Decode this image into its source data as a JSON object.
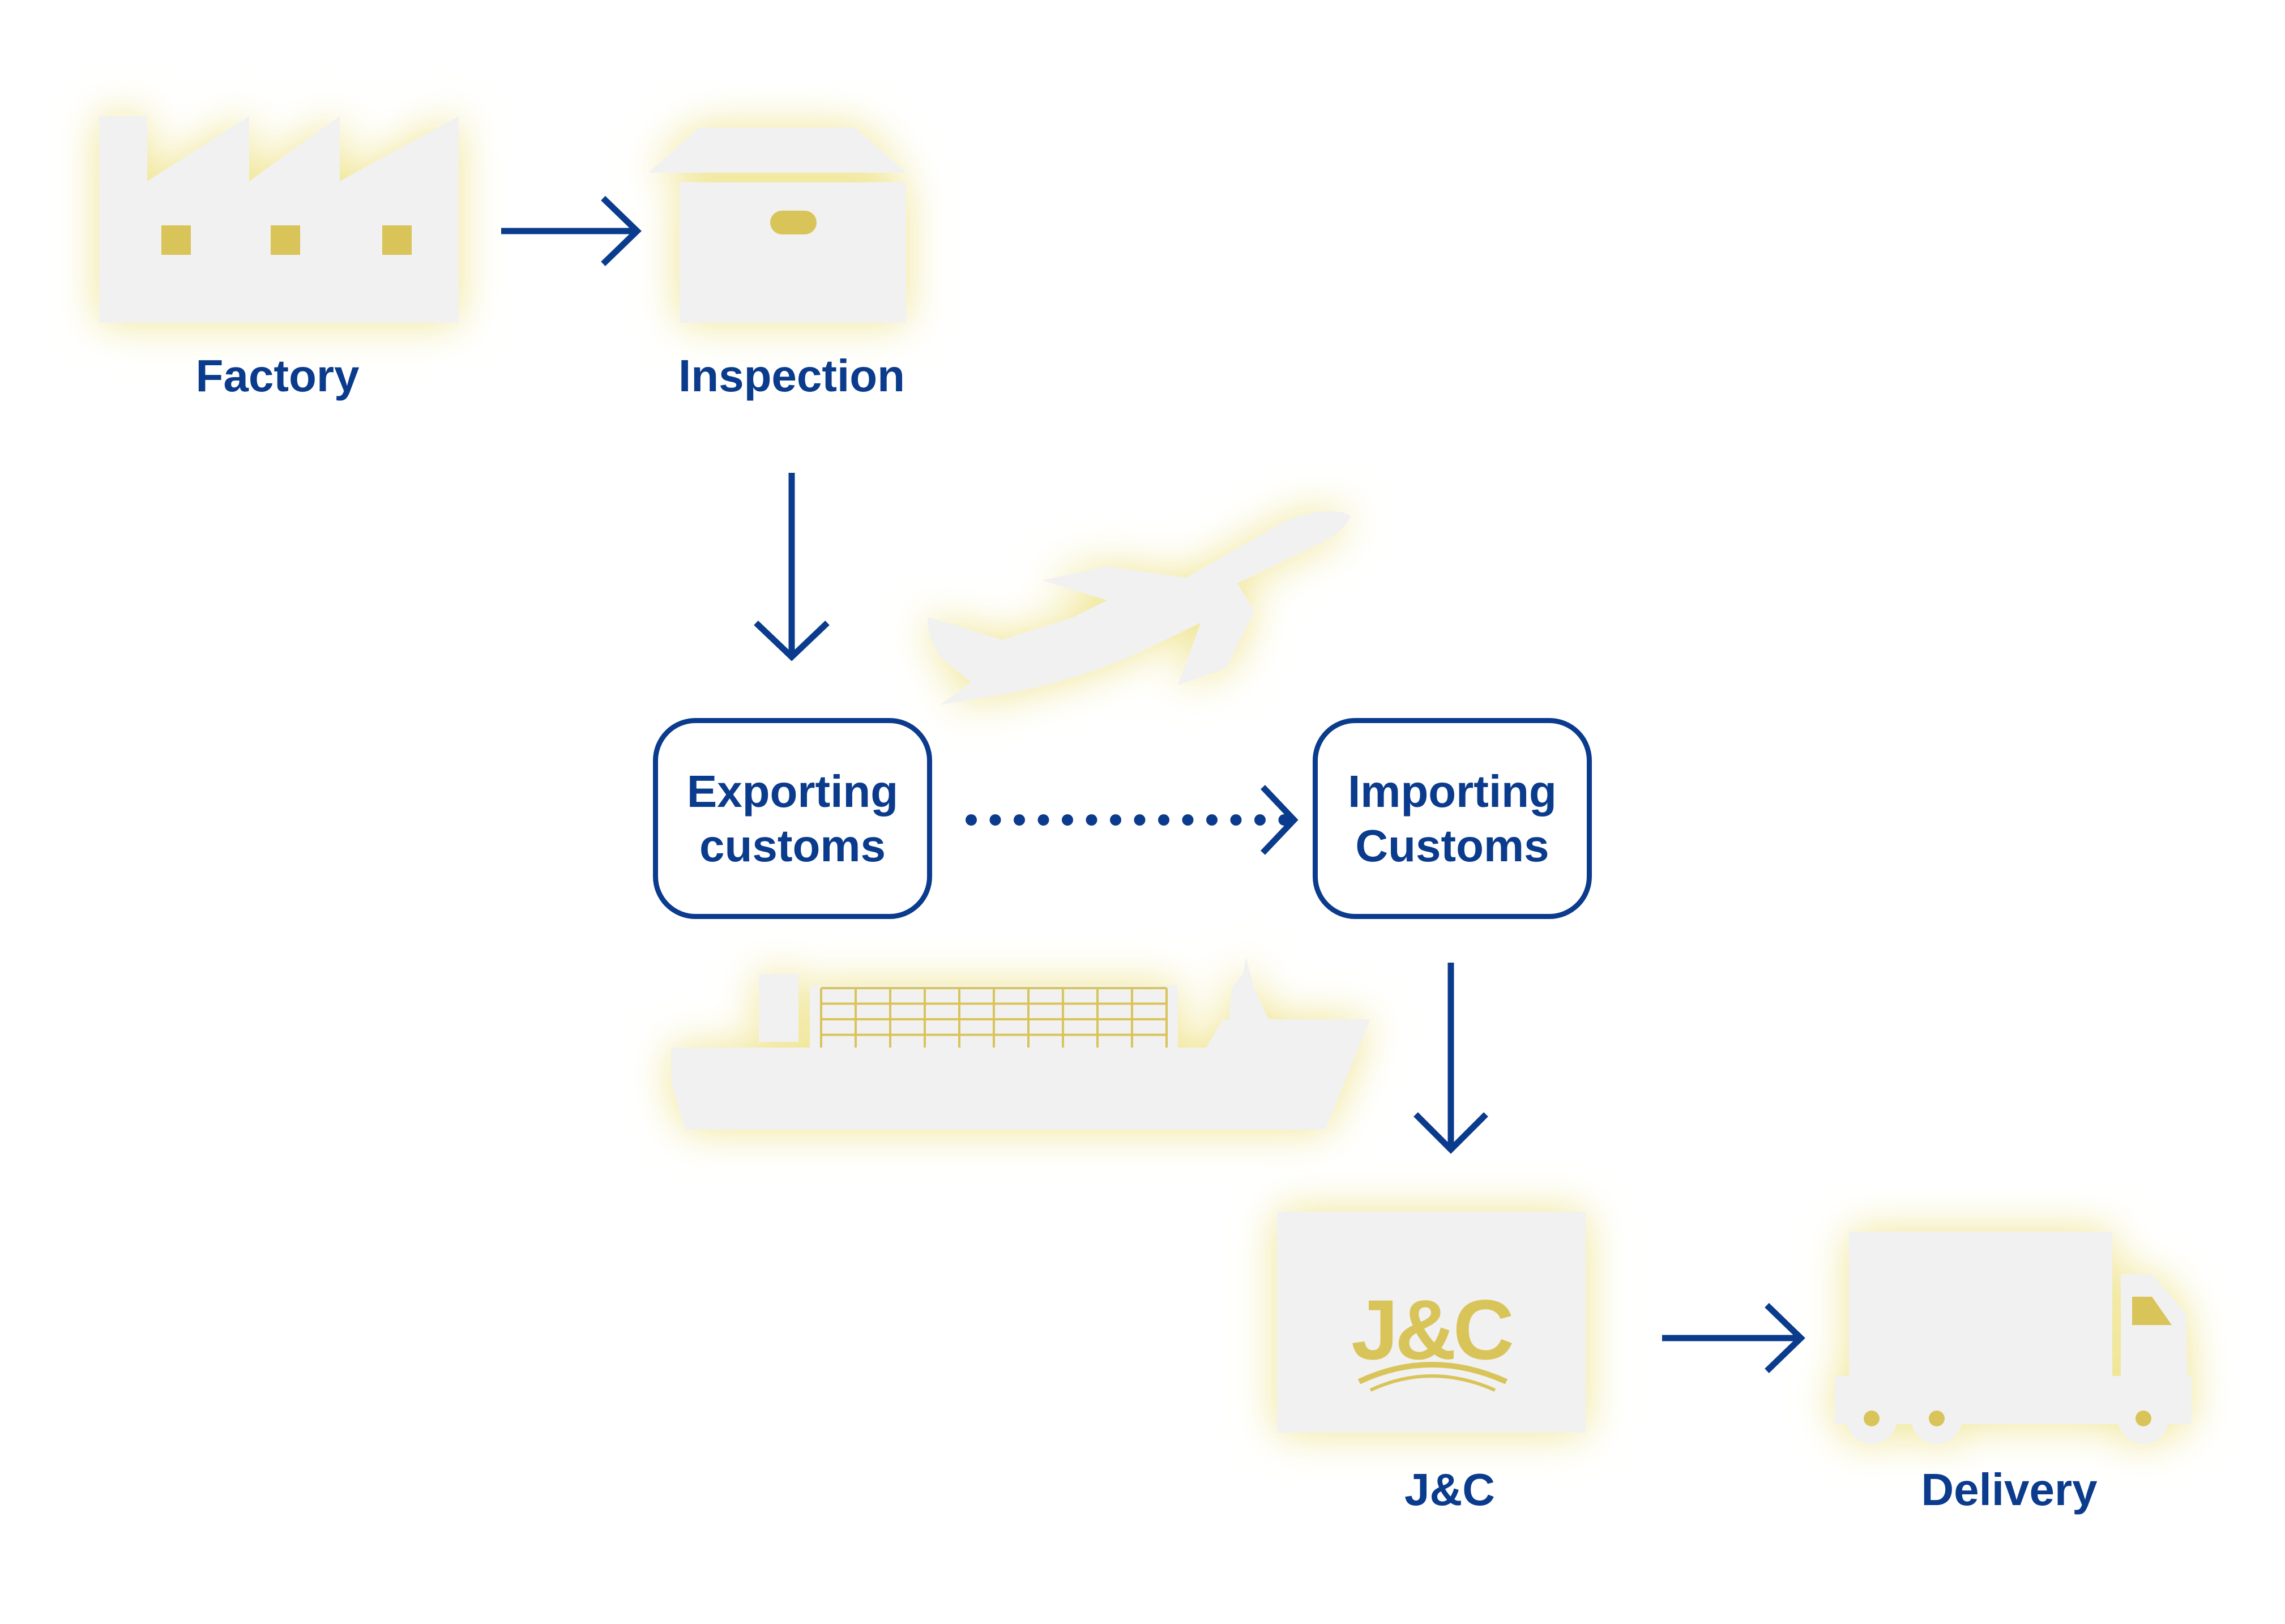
{
  "colors": {
    "navy": "#0b3b8c",
    "gold": "#d9c45a",
    "glow": "#efe48e",
    "paper": "#f1f1f1"
  },
  "nodes": {
    "factory": {
      "label": "Factory",
      "icon": "factory-icon"
    },
    "inspection": {
      "label": "Inspection",
      "icon": "box-icon"
    },
    "exporting_customs": {
      "line1": "Exporting",
      "line2": "customs"
    },
    "importing_customs": {
      "line1": "Importing",
      "line2": "Customs"
    },
    "jc": {
      "label": "J&C",
      "icon": "jc-logo-card-icon",
      "logo_text": "J&C"
    },
    "delivery": {
      "label": "Delivery",
      "icon": "delivery-truck-icon"
    }
  },
  "transport": {
    "air": {
      "icon": "airplane-icon"
    },
    "sea": {
      "icon": "container-ship-icon"
    }
  }
}
